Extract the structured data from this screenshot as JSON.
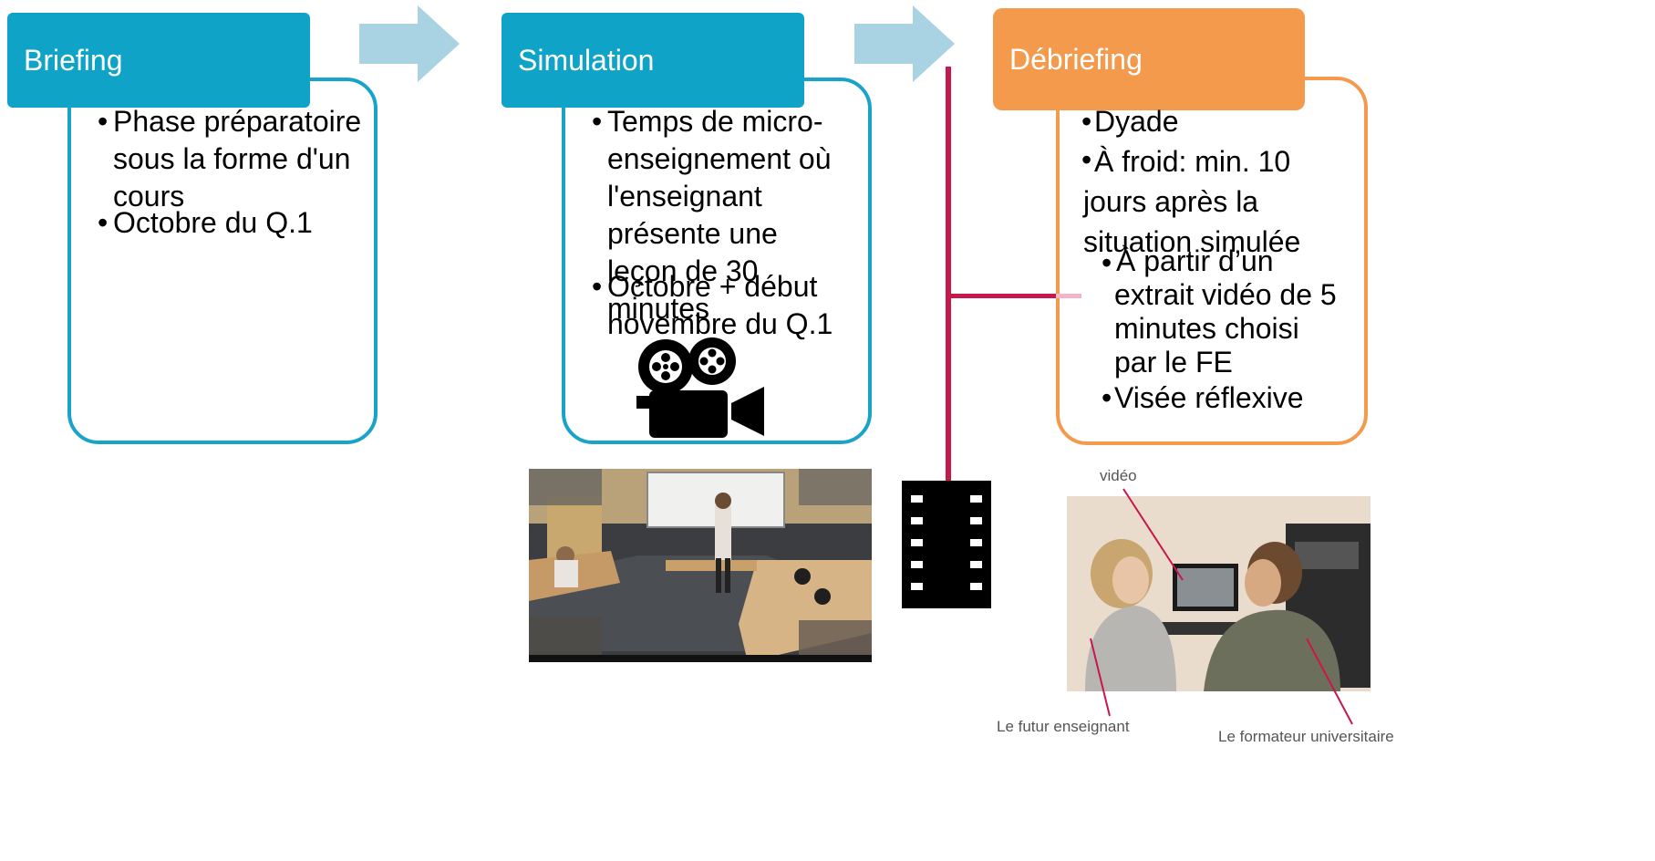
{
  "steps": [
    {
      "title": "Briefing",
      "items": [
        "Phase préparatoire sous la forme d'un cours",
        "Octobre du Q.1"
      ]
    },
    {
      "title": "Simulation",
      "items": [
        "Temps de micro-enseignement où l'enseignant présente une leçon de 30 minutes",
        "Octobre + début novembre du Q.1"
      ]
    },
    {
      "title": "Débriefing",
      "items": [
        "Dyade",
        "À froid: min. 10 jours après la situation simulée",
        "À partir d’un extrait vidéo de 5 minutes choisi par le FE",
        "Visée réflexive"
      ]
    }
  ],
  "captions": {
    "video": "vidéo",
    "trainee": "Le futur enseignant",
    "trainer": "Le formateur universitaire"
  },
  "icons": [
    "camera-icon",
    "film-strip-icon",
    "arrow-right-icon"
  ],
  "colors": {
    "blue": "#0fa3c7",
    "orange": "#f39a4c",
    "crimson": "#c8174a",
    "arrow": "#a9d3e2"
  }
}
